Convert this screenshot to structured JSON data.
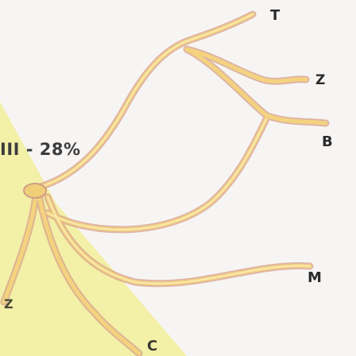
{
  "labels": {
    "branch": "III - 28%",
    "t": "T",
    "z_right": "Z",
    "b": "B",
    "m": "M",
    "z_left": "Z",
    "c": "C"
  },
  "colors": {
    "background": "#f7f5f3",
    "highlight": "#f2ed8e",
    "nerve_fill": "#f5d98a",
    "nerve_edge": "#cf9a86"
  }
}
